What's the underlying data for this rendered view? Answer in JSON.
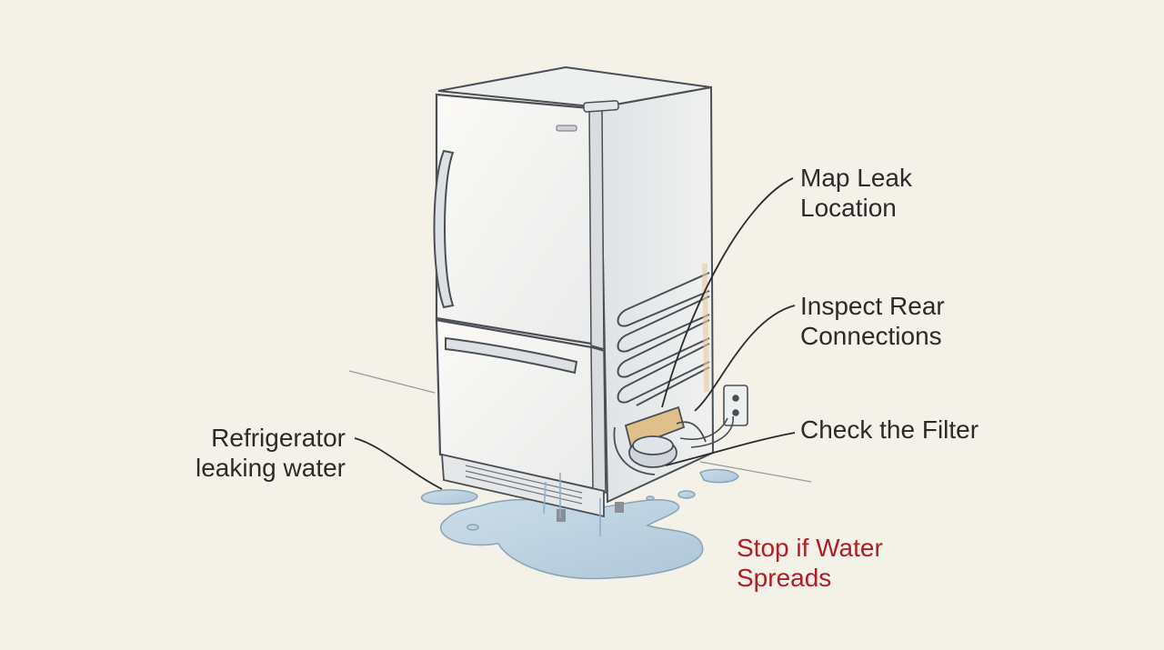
{
  "labels": {
    "refrigerator": {
      "line1": "Refrigerator",
      "line2": "leaking water"
    },
    "map_leak": {
      "line1": "Map Leak",
      "line2": "Location"
    },
    "inspect_rear": {
      "line1": "Inspect Rear",
      "line2": "Connections"
    },
    "check_filter": {
      "line1": "Check the Filter"
    },
    "stop_water": {
      "line1": "Stop if Water",
      "line2": "Spreads"
    }
  },
  "colors": {
    "background": "#f4f1e9",
    "text": "#2b2b2b",
    "warning": "#b01e23",
    "water": "#bcd3e4",
    "fridge_body": "#f7f6f2",
    "outline": "#4a4f57"
  }
}
